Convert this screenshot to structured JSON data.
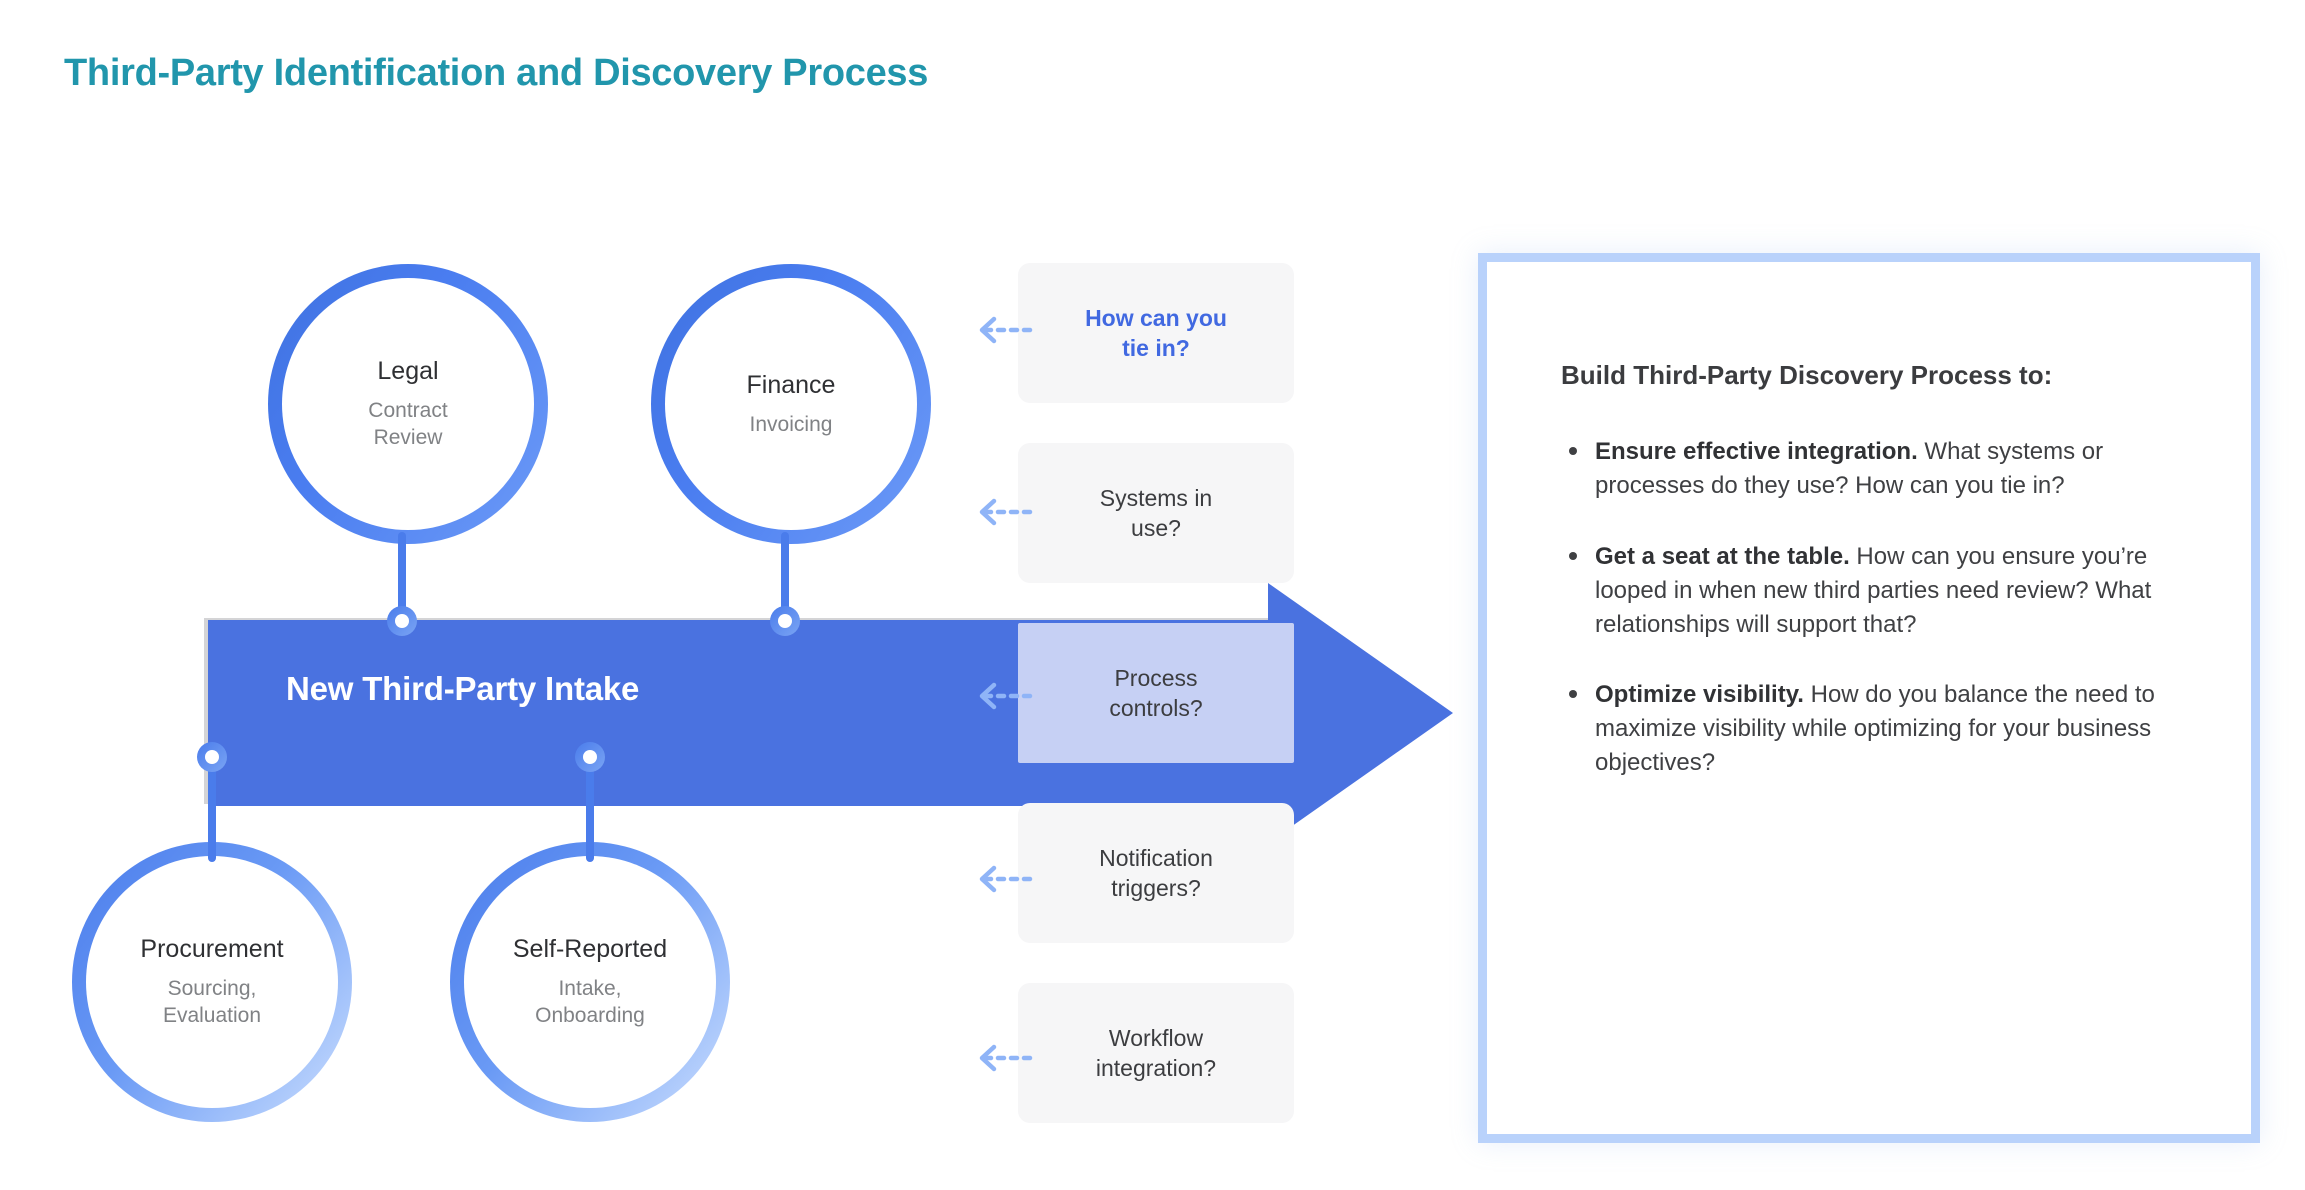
{
  "title": "Third-Party Identification and Discovery Process",
  "colors": {
    "title": "#2196ac",
    "bar_blue": "#4a72e0",
    "ring_blue": "#4a7ceb",
    "highlight_blue": "#4169e1",
    "panel_border": "#b9d2fb",
    "qbox_bg": "#f6f6f7",
    "overlay_bg": "#d0d8f5"
  },
  "bar": {
    "label": "New Third-Party Intake"
  },
  "sources": [
    {
      "name": "Legal",
      "detail": "Contract\nReview",
      "position": "top-left"
    },
    {
      "name": "Finance",
      "detail": "Invoicing",
      "position": "top-right"
    },
    {
      "name": "Procurement",
      "detail": "Sourcing,\nEvaluation",
      "position": "bottom-left"
    },
    {
      "name": "Self-Reported",
      "detail": "Intake,\nOnboarding",
      "position": "bottom-right"
    }
  ],
  "questions": [
    {
      "text": "How can you\ntie in?",
      "highlight": true,
      "overlay": false
    },
    {
      "text": "Systems in\nuse?",
      "highlight": false,
      "overlay": false
    },
    {
      "text": "Process\ncontrols?",
      "highlight": false,
      "overlay": true
    },
    {
      "text": "Notification\ntriggers?",
      "highlight": false,
      "overlay": false
    },
    {
      "text": "Workflow\nintegration?",
      "highlight": false,
      "overlay": false
    }
  ],
  "panel": {
    "heading": "Build Third-Party Discovery Process to:",
    "items": [
      {
        "bold": "Ensure effective integration.",
        "rest": " What systems or processes do they use? How can you tie in?"
      },
      {
        "bold": "Get a seat at the table.",
        "rest": " How can you ensure you’re looped in when new third parties need review? What relationships will support that?"
      },
      {
        "bold": "Optimize visibility.",
        "rest": " How do you balance the need to maximize visibility while optimizing for your business objectives?"
      }
    ]
  }
}
